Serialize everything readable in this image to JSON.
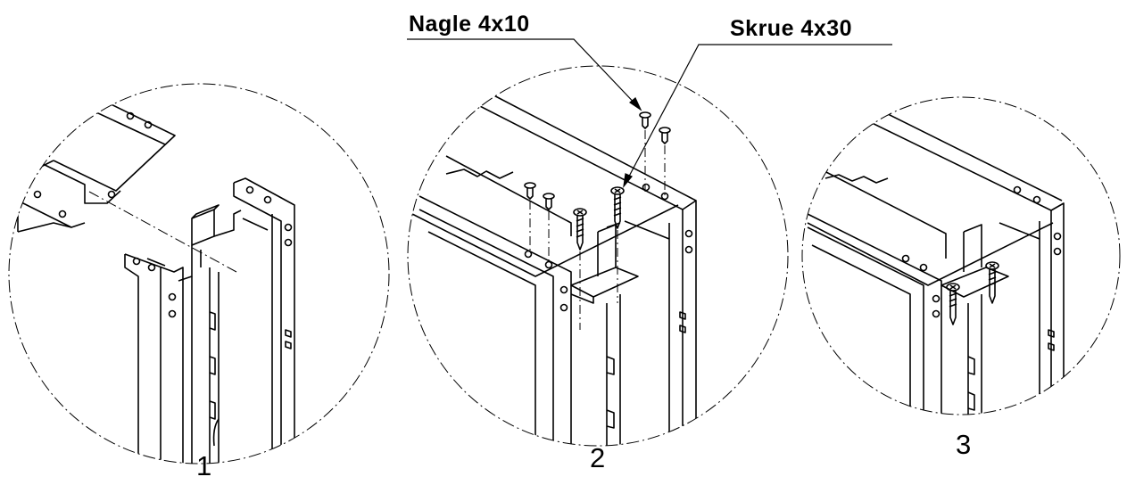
{
  "callouts": {
    "nail_label": "Nagle 4x10",
    "screw_label": "Skrue 4x30"
  },
  "steps": [
    "1",
    "2",
    "3"
  ],
  "colors": {
    "line": "#000000",
    "background": "#ffffff"
  }
}
